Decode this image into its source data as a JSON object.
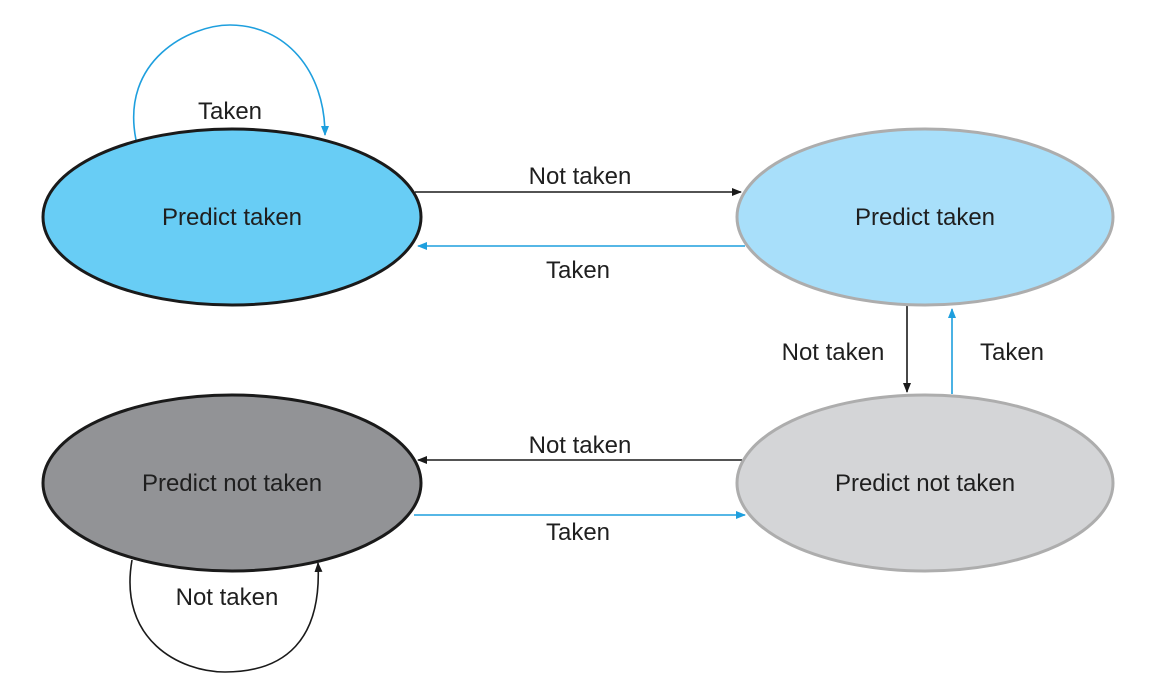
{
  "states": {
    "strong_taken": {
      "label": "Predict taken",
      "fill": "#68CDF5",
      "stroke": "#1a1a1a"
    },
    "weak_taken": {
      "label": "Predict taken",
      "fill": "#A8DFFA",
      "stroke": "#ADADAD"
    },
    "weak_not_taken": {
      "label": "Predict not taken",
      "fill": "#D4D5D7",
      "stroke": "#ADADAD"
    },
    "strong_not_taken": {
      "label": "Predict not taken",
      "fill": "#929396",
      "stroke": "#1a1a1a"
    }
  },
  "transitions": {
    "strong_taken_self": {
      "label": "Taken",
      "color": "#1E9FDE"
    },
    "strong_taken_to_weak_taken": {
      "label": "Not taken",
      "color": "#1a1a1a"
    },
    "weak_taken_to_strong_taken": {
      "label": "Taken",
      "color": "#1E9FDE"
    },
    "weak_taken_to_weak_not_taken": {
      "label": "Not taken",
      "color": "#1a1a1a"
    },
    "weak_not_taken_to_weak_taken": {
      "label": "Taken",
      "color": "#1E9FDE"
    },
    "weak_not_taken_to_strong_not_taken": {
      "label": "Not taken",
      "color": "#1a1a1a"
    },
    "strong_not_taken_to_weak_not_taken": {
      "label": "Taken",
      "color": "#1E9FDE"
    },
    "strong_not_taken_self": {
      "label": "Not taken",
      "color": "#1a1a1a"
    }
  }
}
